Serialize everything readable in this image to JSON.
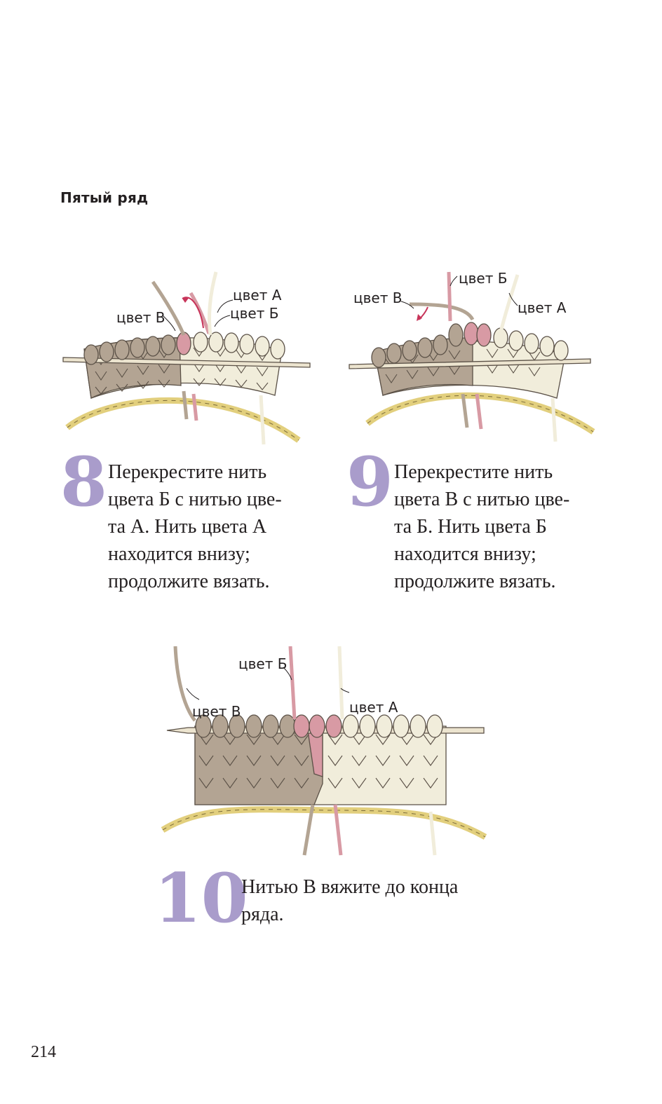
{
  "section_title": "Пятый ряд",
  "steps": [
    {
      "number": "8",
      "text": "Перекрестите нить\nцвета Б с нитью цве-\nта А. Нить цвета А\nнаходится внизу;\nпродолжите вязать.",
      "labels": {
        "a": "цвет А",
        "b": "цвет Б",
        "c": "цвет В"
      }
    },
    {
      "number": "9",
      "text": "Перекрестите нить\nцвета В с нитью цве-\nта Б. Нить цвета Б\nнаходится внизу;\nпродолжите вязать.",
      "labels": {
        "a": "цвет А",
        "b": "цвет Б",
        "c": "цвет В"
      }
    },
    {
      "number": "10",
      "text": "Нитью В вяжите до конца\nряда.",
      "labels": {
        "a": "цвет А",
        "b": "цвет Б",
        "c": "цвет В"
      }
    }
  ],
  "colors": {
    "color_a": "#f1eddb",
    "color_b": "#d89aa4",
    "color_c": "#b3a493",
    "cast_on": "#e2cf7d",
    "needle": "#ece4cf",
    "arrow": "#c8345a",
    "step_number": "#a99ccb"
  },
  "page_number": "214"
}
